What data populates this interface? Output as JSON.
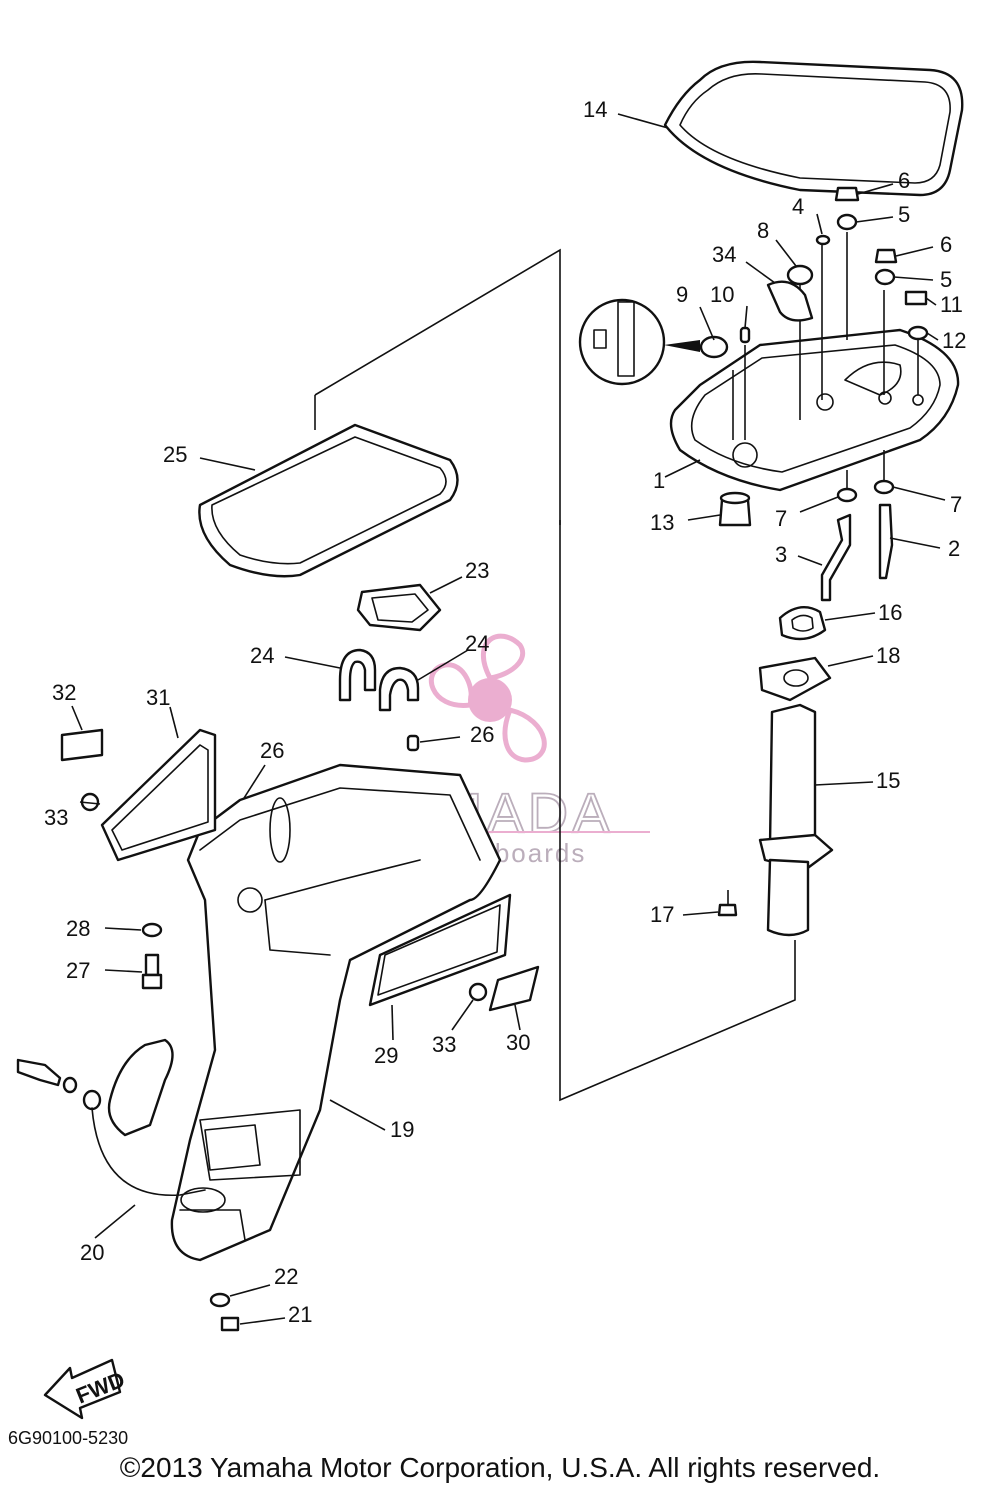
{
  "diagram": {
    "callouts": [
      "1",
      "2",
      "3",
      "4",
      "5",
      "5",
      "6",
      "6",
      "7",
      "7",
      "8",
      "9",
      "10",
      "11",
      "12",
      "13",
      "14",
      "15",
      "16",
      "17",
      "18",
      "19",
      "20",
      "21",
      "22",
      "23",
      "24",
      "24",
      "25",
      "26",
      "26",
      "27",
      "28",
      "29",
      "30",
      "31",
      "32",
      "33",
      "33",
      "34"
    ],
    "fwd_label": "FWD",
    "part_code": "6G90100-5230",
    "copyright": "©2013 Yamaha Motor Corporation, U.S.A. All rights reserved.",
    "watermark": {
      "brand": "ARMADA",
      "tagline": "marine outboards",
      "color": "#e8a0c8"
    }
  }
}
